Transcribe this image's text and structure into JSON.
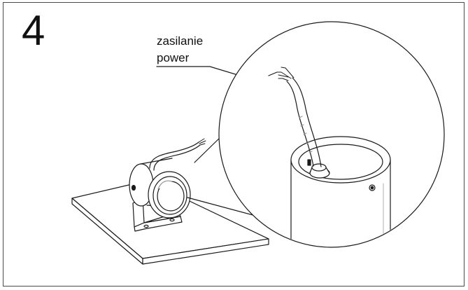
{
  "step": {
    "number": "4"
  },
  "callout": {
    "label_pl": "zasilanie",
    "label_en": "power"
  },
  "colors": {
    "line": "#1a1a1a",
    "frame": "#4a4a4a",
    "shade": "#9a9a9a",
    "background": "#ffffff"
  }
}
